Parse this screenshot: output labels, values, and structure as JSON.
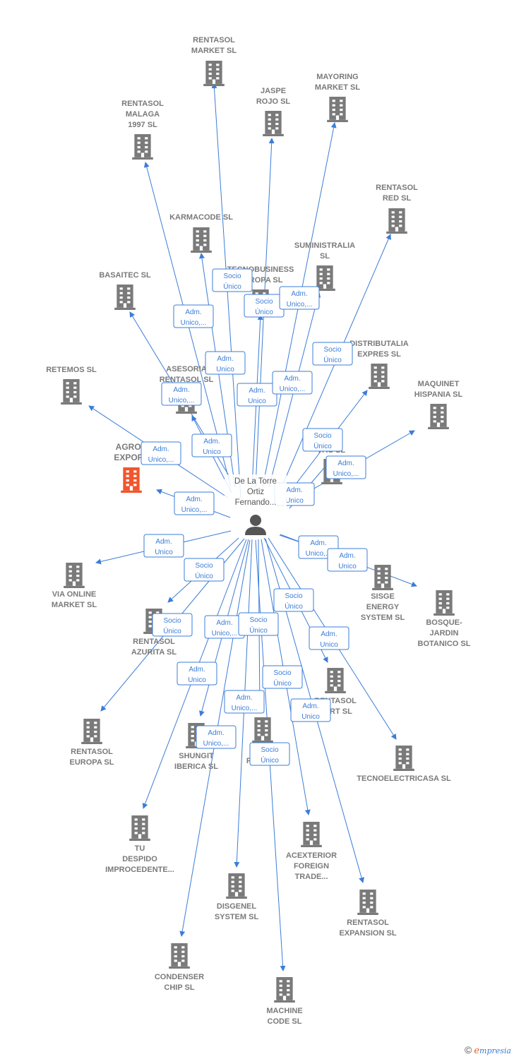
{
  "center": {
    "label_lines": [
      "De La Torre",
      "Ortiz",
      "Fernando..."
    ],
    "icon": "person-icon"
  },
  "colors": {
    "edge": "#3b7dd8",
    "company": "#7a7a7a",
    "highlight": "#f2552c"
  },
  "companies": [
    {
      "id": "rentasol-market",
      "lines": [
        "RENTASOL",
        "MARKET  SL"
      ]
    },
    {
      "id": "jaspe-rojo",
      "lines": [
        "JASPE",
        "ROJO  SL"
      ]
    },
    {
      "id": "mayoring-market",
      "lines": [
        "MAYORING",
        "MARKET  SL"
      ]
    },
    {
      "id": "rentasol-malaga",
      "lines": [
        "RENTASOL",
        "MALAGA",
        "1997  SL"
      ]
    },
    {
      "id": "rentasol-red",
      "lines": [
        "RENTASOL",
        "RED  SL"
      ]
    },
    {
      "id": "karmacode",
      "lines": [
        "KARMACODE SL"
      ]
    },
    {
      "id": "suministralia",
      "lines": [
        "SUMINISTRALIA",
        "SL"
      ]
    },
    {
      "id": "tecnobusiness",
      "lines": [
        "TECNOBUSINESS",
        "EUROPA SL"
      ]
    },
    {
      "id": "basaitec",
      "lines": [
        "BASAITEC  SL"
      ]
    },
    {
      "id": "distributalia",
      "lines": [
        "DISTRIBUTALIA",
        "EXPRES  SL"
      ]
    },
    {
      "id": "retemos",
      "lines": [
        "RETEMOS  SL"
      ]
    },
    {
      "id": "asesoria-rentasol",
      "lines": [
        "ASESORIA",
        "RENTASOL SL"
      ]
    },
    {
      "id": "maquinet",
      "lines": [
        "MAQUINET",
        "HISPANIA  SL"
      ]
    },
    {
      "id": "agron-export",
      "lines": [
        "AGRON",
        "EXPORT"
      ],
      "highlight": true
    },
    {
      "id": "a-is",
      "lines": [
        "A    IS SL"
      ]
    },
    {
      "id": "via-online",
      "lines": [
        "VIA ONLINE",
        "MARKET SL"
      ]
    },
    {
      "id": "sisge",
      "lines": [
        "SISGE",
        "ENERGY",
        "SYSTEM  SL"
      ]
    },
    {
      "id": "bosque-jardin",
      "lines": [
        "BOSQUE-",
        "JARDIN",
        "BOTANICO SL"
      ]
    },
    {
      "id": "rentasol-azurita",
      "lines": [
        "RENTASOL",
        "AZURITA  SL"
      ]
    },
    {
      "id": "rentasol-sport",
      "lines": [
        "RENTASOL",
        "PORT  SL"
      ]
    },
    {
      "id": "rentasol-europa",
      "lines": [
        "RENTASOL",
        "EUROPA  SL"
      ]
    },
    {
      "id": "shungit",
      "lines": [
        "SHUNGIT",
        "IBERICA  SL"
      ]
    },
    {
      "id": "rentasol-partners",
      "lines": [
        "REN",
        "PART    SL"
      ]
    },
    {
      "id": "tecnoelectricasa",
      "lines": [
        "TECNOELECTRICASA SL"
      ]
    },
    {
      "id": "tu-despido",
      "lines": [
        "TU",
        "DESPIDO",
        "IMPROCEDENTE..."
      ]
    },
    {
      "id": "acexterior",
      "lines": [
        "ACEXTERIOR",
        "FOREIGN",
        "TRADE..."
      ]
    },
    {
      "id": "disgenel",
      "lines": [
        "DISGENEL",
        "SYSTEM  SL"
      ]
    },
    {
      "id": "rentasol-expansion",
      "lines": [
        "RENTASOL",
        "EXPANSION  SL"
      ]
    },
    {
      "id": "condenser-chip",
      "lines": [
        "CONDENSER",
        "CHIP SL"
      ]
    },
    {
      "id": "machine-code",
      "lines": [
        "MACHINE",
        "CODE SL"
      ]
    }
  ],
  "edge_labels": [
    {
      "id": "l1",
      "lines": [
        "Socio",
        "Único"
      ]
    },
    {
      "id": "l2",
      "lines": [
        "Socio",
        "Único"
      ]
    },
    {
      "id": "l3",
      "lines": [
        "Adm.",
        "Unico,..."
      ]
    },
    {
      "id": "l4",
      "lines": [
        "Adm.",
        "Unico,..."
      ]
    },
    {
      "id": "l5",
      "lines": [
        "Socio",
        "Único"
      ]
    },
    {
      "id": "l6",
      "lines": [
        "Adm.",
        "Unico"
      ]
    },
    {
      "id": "l7",
      "lines": [
        "Adm.",
        "Unico,..."
      ]
    },
    {
      "id": "l8",
      "lines": [
        "Adm.",
        "Unico"
      ]
    },
    {
      "id": "l9",
      "lines": [
        "Adm.",
        "Unico,..."
      ]
    },
    {
      "id": "l10",
      "lines": [
        "Adm.",
        "Unico,..."
      ]
    },
    {
      "id": "l11",
      "lines": [
        "Adm.",
        "Unico"
      ]
    },
    {
      "id": "l12",
      "lines": [
        "Socio",
        "Único"
      ]
    },
    {
      "id": "l13",
      "lines": [
        "Adm.",
        "Unico,..."
      ]
    },
    {
      "id": "l14",
      "lines": [
        "Adm.",
        "Unico"
      ]
    },
    {
      "id": "l15",
      "lines": [
        "Adm.",
        "Unico,..."
      ]
    },
    {
      "id": "l16",
      "lines": [
        "Adm.",
        "Unico"
      ]
    },
    {
      "id": "l17",
      "lines": [
        "Adm.",
        "Unico,..."
      ]
    },
    {
      "id": "l18",
      "lines": [
        "Adm.",
        "Unico"
      ]
    },
    {
      "id": "l19",
      "lines": [
        "Socio",
        "Único"
      ]
    },
    {
      "id": "l20",
      "lines": [
        "Socio",
        "Único"
      ]
    },
    {
      "id": "l21",
      "lines": [
        "Adm.",
        "Unico,..."
      ]
    },
    {
      "id": "l22",
      "lines": [
        "Socio",
        "Único"
      ]
    },
    {
      "id": "l23",
      "lines": [
        "Adm.",
        "Unico"
      ]
    },
    {
      "id": "l24",
      "lines": [
        "Socio",
        "Único"
      ]
    },
    {
      "id": "l25",
      "lines": [
        "Adm.",
        "Unico"
      ]
    },
    {
      "id": "l26",
      "lines": [
        "Socio",
        "Único"
      ]
    },
    {
      "id": "l27",
      "lines": [
        "Adm.",
        "Unico,..."
      ]
    },
    {
      "id": "l28",
      "lines": [
        "Adm.",
        "Unico,..."
      ]
    },
    {
      "id": "l29",
      "lines": [
        "Adm.",
        "Unico"
      ]
    },
    {
      "id": "l30",
      "lines": [
        "Socio",
        "Único"
      ]
    }
  ],
  "watermark": {
    "symbol": "©",
    "brand_first": "e",
    "brand_rest": "mpresia"
  }
}
